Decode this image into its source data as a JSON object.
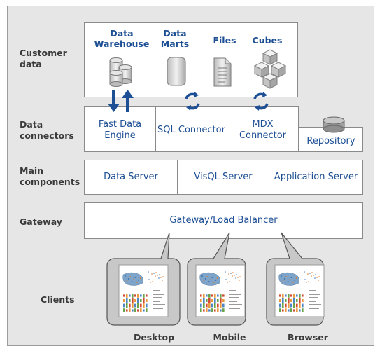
{
  "rows": {
    "customer_data": "Customer data",
    "data_connectors": "Data connectors",
    "main_components": "Main components",
    "gateway": "Gateway",
    "clients": "Clients"
  },
  "sources": {
    "warehouse": "Data Warehouse",
    "marts": "Data Marts",
    "files": "Files",
    "cubes": "Cubes"
  },
  "connectors": {
    "fast": "Fast Data Engine",
    "sql": "SQL Connector",
    "mdx": "MDX Connector",
    "repository": "Repository"
  },
  "components": {
    "data_server": "Data Server",
    "visql_server": "VisQL Server",
    "application_server": "Application Server"
  },
  "gateway": {
    "label": "Gateway/Load Balancer"
  },
  "clients": {
    "desktop": "Desktop",
    "mobile": "Mobile",
    "browser": "Browser"
  },
  "colors": {
    "accent": "#1d4f94",
    "panel_bg": "#e6e6e6",
    "border": "#8a8a8a",
    "device_bg": "#c8c8c8"
  }
}
